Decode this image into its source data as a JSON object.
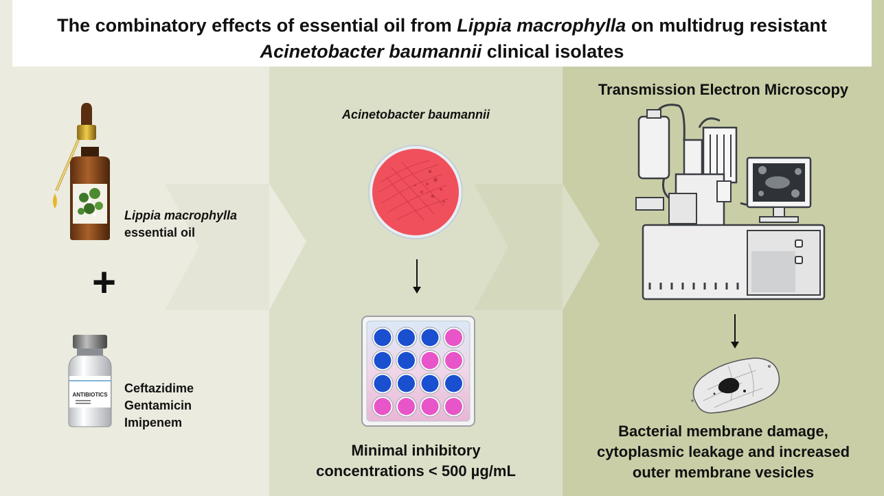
{
  "title": {
    "part1": "The combinatory effects of essential oil from ",
    "part2_italic": "Lippia macrophylla",
    "part3": " on multidrug resistant",
    "line2_italic": "Acinetobacter baumannii",
    "line2_rest": " clinical isolates"
  },
  "left": {
    "oil_label_italic": "Lippia macrophylla",
    "oil_label_rest": "essential oil",
    "plus": "+",
    "vial_text": "ANTIBIOTICS",
    "antibiotics": [
      "Ceftazidime",
      "Gentamicin",
      "Imipenem"
    ]
  },
  "middle": {
    "organism_italic": "Acinetobacter baumannii",
    "result_line1": "Minimal inhibitory",
    "result_line2": "concentrations < 500  µg/mL"
  },
  "right": {
    "heading": "Transmission Electron Microscopy",
    "result_line1": "Bacterial membrane damage,",
    "result_line2": "cytoplasmic leakage and increased",
    "result_line3": "outer membrane vesicles"
  },
  "colors": {
    "panel_left": "#ebebdf",
    "panel_mid": "#dcdfc8",
    "panel_right": "#c9cea7",
    "agar_red": "#f0505c",
    "well_blue": "#1a4fd0",
    "well_pink": "#e855c8"
  },
  "plate_wells": [
    [
      "blue",
      "blue",
      "blue",
      "pink"
    ],
    [
      "blue",
      "blue",
      "pink",
      "pink"
    ],
    [
      "blue",
      "blue",
      "blue",
      "blue"
    ],
    [
      "pink",
      "pink",
      "pink",
      "pink"
    ]
  ]
}
